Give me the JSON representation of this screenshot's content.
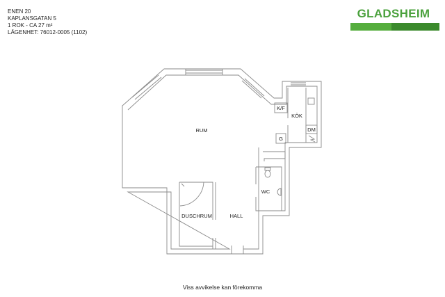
{
  "header": {
    "property": "ENEN 20",
    "address": "KAPLANSGATAN 5",
    "size": "1 ROK - CA 27 m²",
    "apartment": "LÄGENHET:  76012-0005  (1102)"
  },
  "logo": {
    "text": "GLADSHEIM",
    "colors": {
      "text": "#4aa13c",
      "bar_light": "#55ad3d",
      "bar_dark": "#3b8a2c"
    }
  },
  "floorplan": {
    "rooms": [
      {
        "label": "RUM"
      },
      {
        "label": "KÖK"
      },
      {
        "label": "K/F"
      },
      {
        "label": "G"
      },
      {
        "label": "DM"
      },
      {
        "label": "WC"
      },
      {
        "label": "DUSCHRUM"
      },
      {
        "label": "HALL"
      }
    ],
    "wall_color": "#888888"
  },
  "footer": {
    "disclaimer": "Viss avvikelse kan förekomma"
  }
}
